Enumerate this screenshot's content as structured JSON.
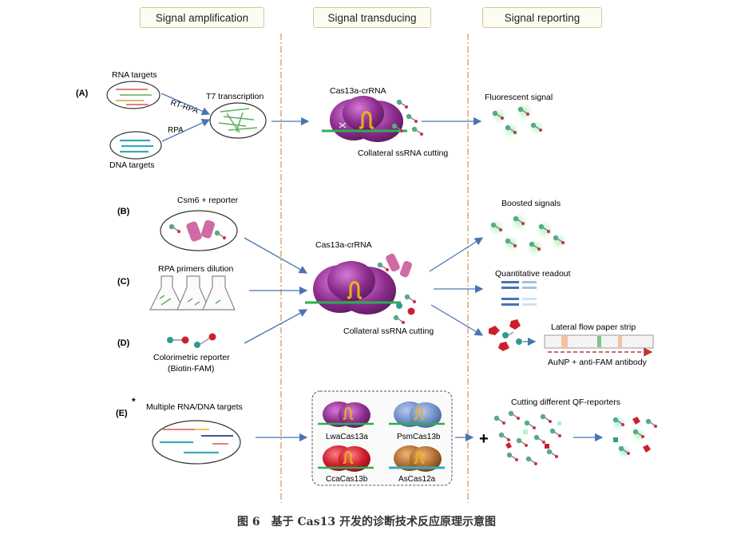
{
  "headers": {
    "amplification": "Signal amplification",
    "transducing": "Signal transducing",
    "reporting": "Signal reporting"
  },
  "rows": {
    "a": {
      "letter": "(A)",
      "rna_targets": "RNA targets",
      "dna_targets": "DNA targets",
      "rt_rpa": "RT-RPA",
      "rpa": "RPA",
      "t7": "T7 transcription",
      "complex": "Cas13a-crRNA",
      "collateral": "Collateral ssRNA cutting",
      "report": "Fluorescent  signal"
    },
    "b": {
      "letter": "(B)",
      "label": "Csm6 + reporter",
      "report": "Boosted signals"
    },
    "c": {
      "letter": "(C)",
      "label": "RPA primers dilution",
      "report": "Quantitative readout"
    },
    "d": {
      "letter": "(D)",
      "label_1": "Colorimetric reporter",
      "label_2": "(Biotin-FAM)",
      "strip": "Lateral flow paper strip",
      "antibody": "AuNP + anti-FAM antibody"
    },
    "bcd_complex": "Cas13a-crRNA",
    "bcd_collateral": "Collateral ssRNA cutting",
    "e": {
      "letter": "(E)",
      "star": "*",
      "label": "Multiple RNA/DNA targets",
      "enzymes": [
        "LwaCas13a",
        "PsmCas13b",
        "CcaCas13b",
        "AsCas12a"
      ],
      "plus": "+",
      "report": "Cutting different QF-reporters"
    }
  },
  "caption": "图 6　基于 Cas13 开发的诊断技术反应原理示意图",
  "colors": {
    "arrow": "#4a74b0",
    "divider": "#d4a46a",
    "cas13a": "#8e2d8e",
    "psmcas13b": "#6f8fc7",
    "ccacas13b": "#cc1f2c",
    "ascas12a": "#b06b32",
    "crrna": "#e8b21a",
    "target": "#2bb04f"
  }
}
